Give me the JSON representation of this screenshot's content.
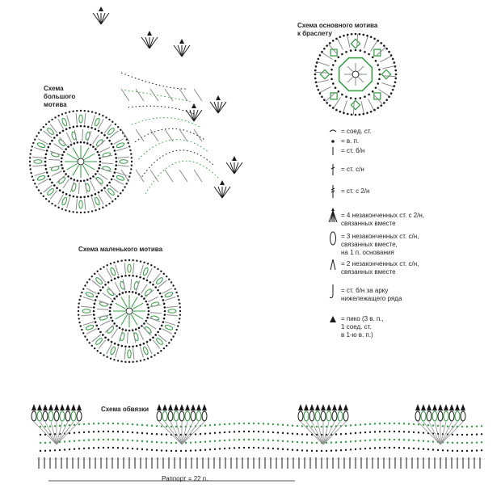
{
  "titles": {
    "large_motif": "Схема\nбольшого\nмотива",
    "main_motif": "Схема основного мотива\nк браслету",
    "small_motif": "Схема маленького мотива",
    "edging": "Схема обвязки",
    "repeat": "Раппорт = 22 п."
  },
  "legend": [
    {
      "icon": "slip-stitch-icon",
      "text": "= соед. ст."
    },
    {
      "icon": "chain-icon",
      "text": "= в. п."
    },
    {
      "icon": "single-crochet-icon",
      "text": "= ст. б/н"
    },
    {
      "icon": "double-crochet-icon",
      "text": "= ст. с/н"
    },
    {
      "icon": "treble-crochet-icon",
      "text": "= ст. с 2/н"
    },
    {
      "icon": "four-treble-cluster-icon",
      "text": "= 4 незаконченных ст. с 2/н,\nсвязанных вместе"
    },
    {
      "icon": "three-dc-bobble-icon",
      "text": "= 3 незаконченных ст. с/н,\nсвязанных вместе,\nна 1 п. основания"
    },
    {
      "icon": "two-dc-cluster-icon",
      "text": "= 2 незаконченных ст. с/н,\nсвязанных вместе"
    },
    {
      "icon": "sc-around-arch-icon",
      "text": "= ст. б/н за арку\nнижележащего ряда"
    },
    {
      "icon": "picot-icon",
      "text": "= пико (3 в. п.,\n1 соед. ст.\nв 1-ю в. п.)"
    }
  ],
  "colors": {
    "black": "#1a1a1a",
    "green": "#2e9e3f",
    "gray": "#8a8a8a"
  }
}
